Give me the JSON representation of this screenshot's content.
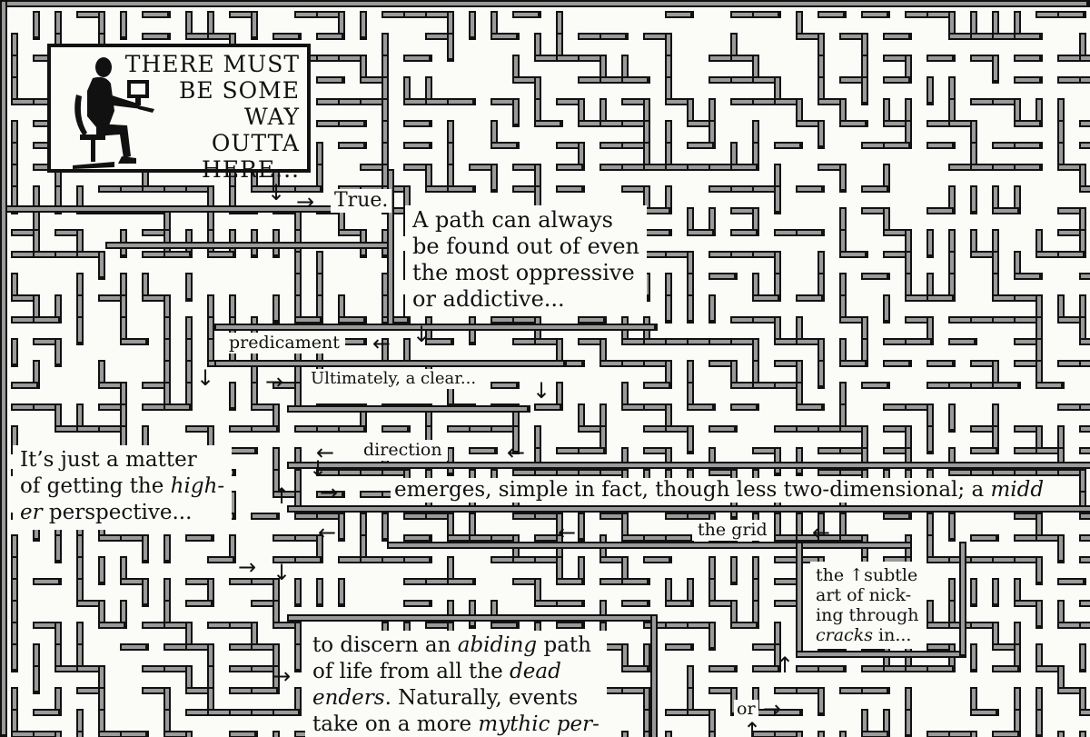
{
  "panel_title": {
    "lines": [
      "THERE MUST",
      "BE SOME",
      "WAY",
      "OUTTA",
      "HERE..."
    ]
  },
  "icons": {
    "figure": "seated-person-at-computer-icon",
    "arrow_glyphs": {
      "down": "↓",
      "right": "→",
      "left": "←",
      "up": "↑"
    }
  },
  "texts": {
    "true": "True.",
    "path_block": [
      "A path can always",
      "be found out of even",
      "the most oppressive",
      "or addictive..."
    ],
    "predicament": "predicament",
    "ultimately": "Ultimately, a clear...",
    "direction": "direction",
    "emerges": "emerges, simple in fact, though less two-dimensional; a",
    "middle_partial": "midd",
    "higher_block": {
      "line1": "It’s just a matter",
      "line2_prefix": "of getting the ",
      "line2_italic": "high-",
      "line3_italic": "er",
      "line3_suffix": " perspective..."
    },
    "the_grid": "the grid",
    "subtle_block": {
      "line1_a": "the",
      "line1_b": "subtle",
      "line2": "art of nick-",
      "line3": "ing through",
      "line4_italic": "cracks",
      "line4_suffix": " in..."
    },
    "discern_block": {
      "line1_prefix": "to discern an ",
      "line1_italic": "abiding",
      "line1_suffix": " path",
      "line2_prefix": "of life from all the ",
      "line2_italic": "dead",
      "line3_italic": "enders",
      "line3_suffix": ". Naturally, events",
      "line4_prefix": "take on a more ",
      "line4_italic": "mythic per-"
    },
    "or": "or"
  },
  "colors": {
    "wall_edge": "#111111",
    "wall_fill": "#9a9a9a",
    "background": "#fbfbf8"
  }
}
